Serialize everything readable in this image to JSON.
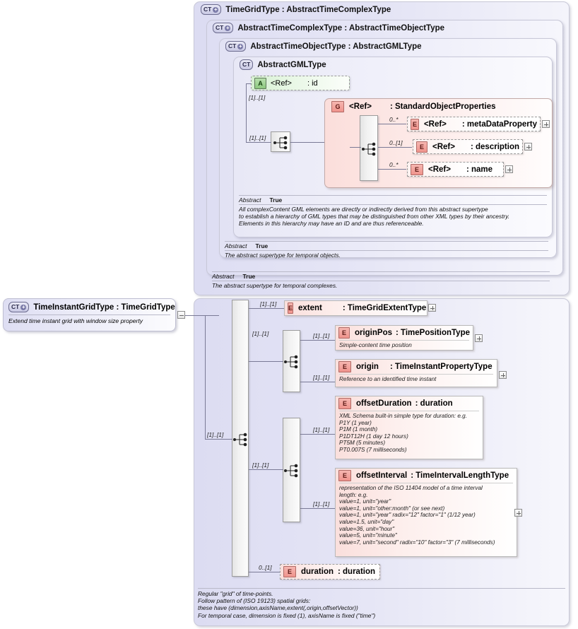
{
  "diagram": {
    "kind": "xsd-schema-diagram",
    "title": "TimeGridType : AbstractTimeComplexType"
  },
  "root_type": {
    "icon": "complextype-icon",
    "name": "TimeInstantGridType : TimeGridType",
    "documentation": "Extend time instant grid with window size property",
    "expander": "minus-icon"
  },
  "containers": [
    {
      "icon": "complextype-icon",
      "label": "TimeGridType : AbstractTimeComplexType"
    },
    {
      "icon": "complextype-icon",
      "label": "AbstractTimeComplexType : AbstractTimeObjectType"
    },
    {
      "icon": "complextype-icon",
      "label": "AbstractTimeObjectType : AbstractGMLType"
    },
    {
      "icon": "complextype-icon",
      "label": "AbstractGMLType"
    }
  ],
  "attribute": {
    "icon": "attribute-icon",
    "ref": "<Ref>",
    "name": ": id"
  },
  "group": {
    "icon": "group-icon",
    "ref": "<Ref>",
    "name": ": StandardObjectProperties",
    "children": [
      {
        "icon": "element-icon",
        "cardinality": "0..*",
        "ref": "<Ref>",
        "name": ": metaDataProperty",
        "expander": "plus-icon"
      },
      {
        "icon": "element-icon",
        "cardinality": "0..[1]",
        "ref": "<Ref>",
        "name": ": description",
        "expander": "plus-icon"
      },
      {
        "icon": "element-icon",
        "cardinality": "0..*",
        "ref": "<Ref>",
        "name": ": name",
        "expander": "plus-icon"
      }
    ]
  },
  "annotations": [
    {
      "key": "Abstract",
      "value": "True",
      "documentation": "All complexContent GML elements are directly or indirectly derived from this abstract supertype\nto establish a hierarchy of GML types that may be distinguished from other XML types by their ancestry.\nElements in this hierarchy may have an ID and are thus referenceable."
    },
    {
      "key": "Abstract",
      "value": "True",
      "documentation": "The abstract supertype for temporal objects."
    },
    {
      "key": "Abstract",
      "value": "True",
      "documentation": "The abstract supertype for temporal complexes."
    }
  ],
  "elements": [
    {
      "icon": "element-icon",
      "cardinality": "[1]..[1]",
      "name": "extent",
      "type": ": TimeGridExtentType",
      "documentation": "",
      "expander": "plus-icon"
    },
    {
      "icon": "element-icon",
      "cardinality": "[1]..[1]",
      "name": "originPos",
      "type": ": TimePositionType",
      "documentation": "Simple-content time position",
      "expander": "plus-icon"
    },
    {
      "icon": "element-icon",
      "cardinality": "[1]..[1]",
      "name": "origin",
      "type": ": TimeInstantPropertyType",
      "documentation": "Reference to an identified time instant",
      "expander": "plus-icon"
    },
    {
      "icon": "element-icon",
      "cardinality": "[1]..[1]",
      "name": "offsetDuration",
      "type": ": duration",
      "documentation": "XML Schema built-in simple type for duration: e.g.\nP1Y (1 year)\nP1M (1 month)\nP1DT12H (1 day 12 hours)\nPT5M (5 minutes)\nPT0.007S (7 milliseconds)",
      "expander": ""
    },
    {
      "icon": "element-icon",
      "cardinality": "[1]..[1]",
      "name": "offsetInterval",
      "type": ": TimeIntervalLengthType",
      "documentation": "representation of the ISO 11404 model of a time interval\nlength: e.g.\nvalue=1, unit=\"year\"\nvalue=1, unit=\"other:month\" (or see next)\nvalue=1, unit=\"year\" radix=\"12\" factor=\"1\" (1/12 year)\nvalue=1.5, unit=\"day\"\nvalue=36, unit=\"hour\"\nvalue=5, unit=\"minute\"\nvalue=7, unit=\"second\" radix=\"10\" factor=\"3\" (7 milliseconds)",
      "expander": "plus-icon"
    },
    {
      "icon": "element-icon",
      "cardinality": "0..[1]",
      "name": "duration",
      "type": ": duration",
      "documentation": "",
      "expander": ""
    }
  ],
  "cardinalities": {
    "attr_group": "[1]..[1]",
    "group_inner": "[1]..[1]",
    "outer_seq": "[1]..[1]",
    "main_seq": "[1]..[1]"
  },
  "footer_documentation": "Regular \"grid\" of time-points.\nFollow pattern of (ISO 19123) spatial grids:\nthese have (dimension,axisName,extent(,origin,offsetVector))\nFor temporal case, dimension is fixed (1), axisName is fixed (\"time\")",
  "colors": {
    "container_fill": "#e2e2f4",
    "element_fill": "#fadfdc",
    "attribute_fill": "#d6f0d2",
    "line": "#7a7a96",
    "element_icon": "#ef938c",
    "attribute_icon": "#8cc87e"
  }
}
